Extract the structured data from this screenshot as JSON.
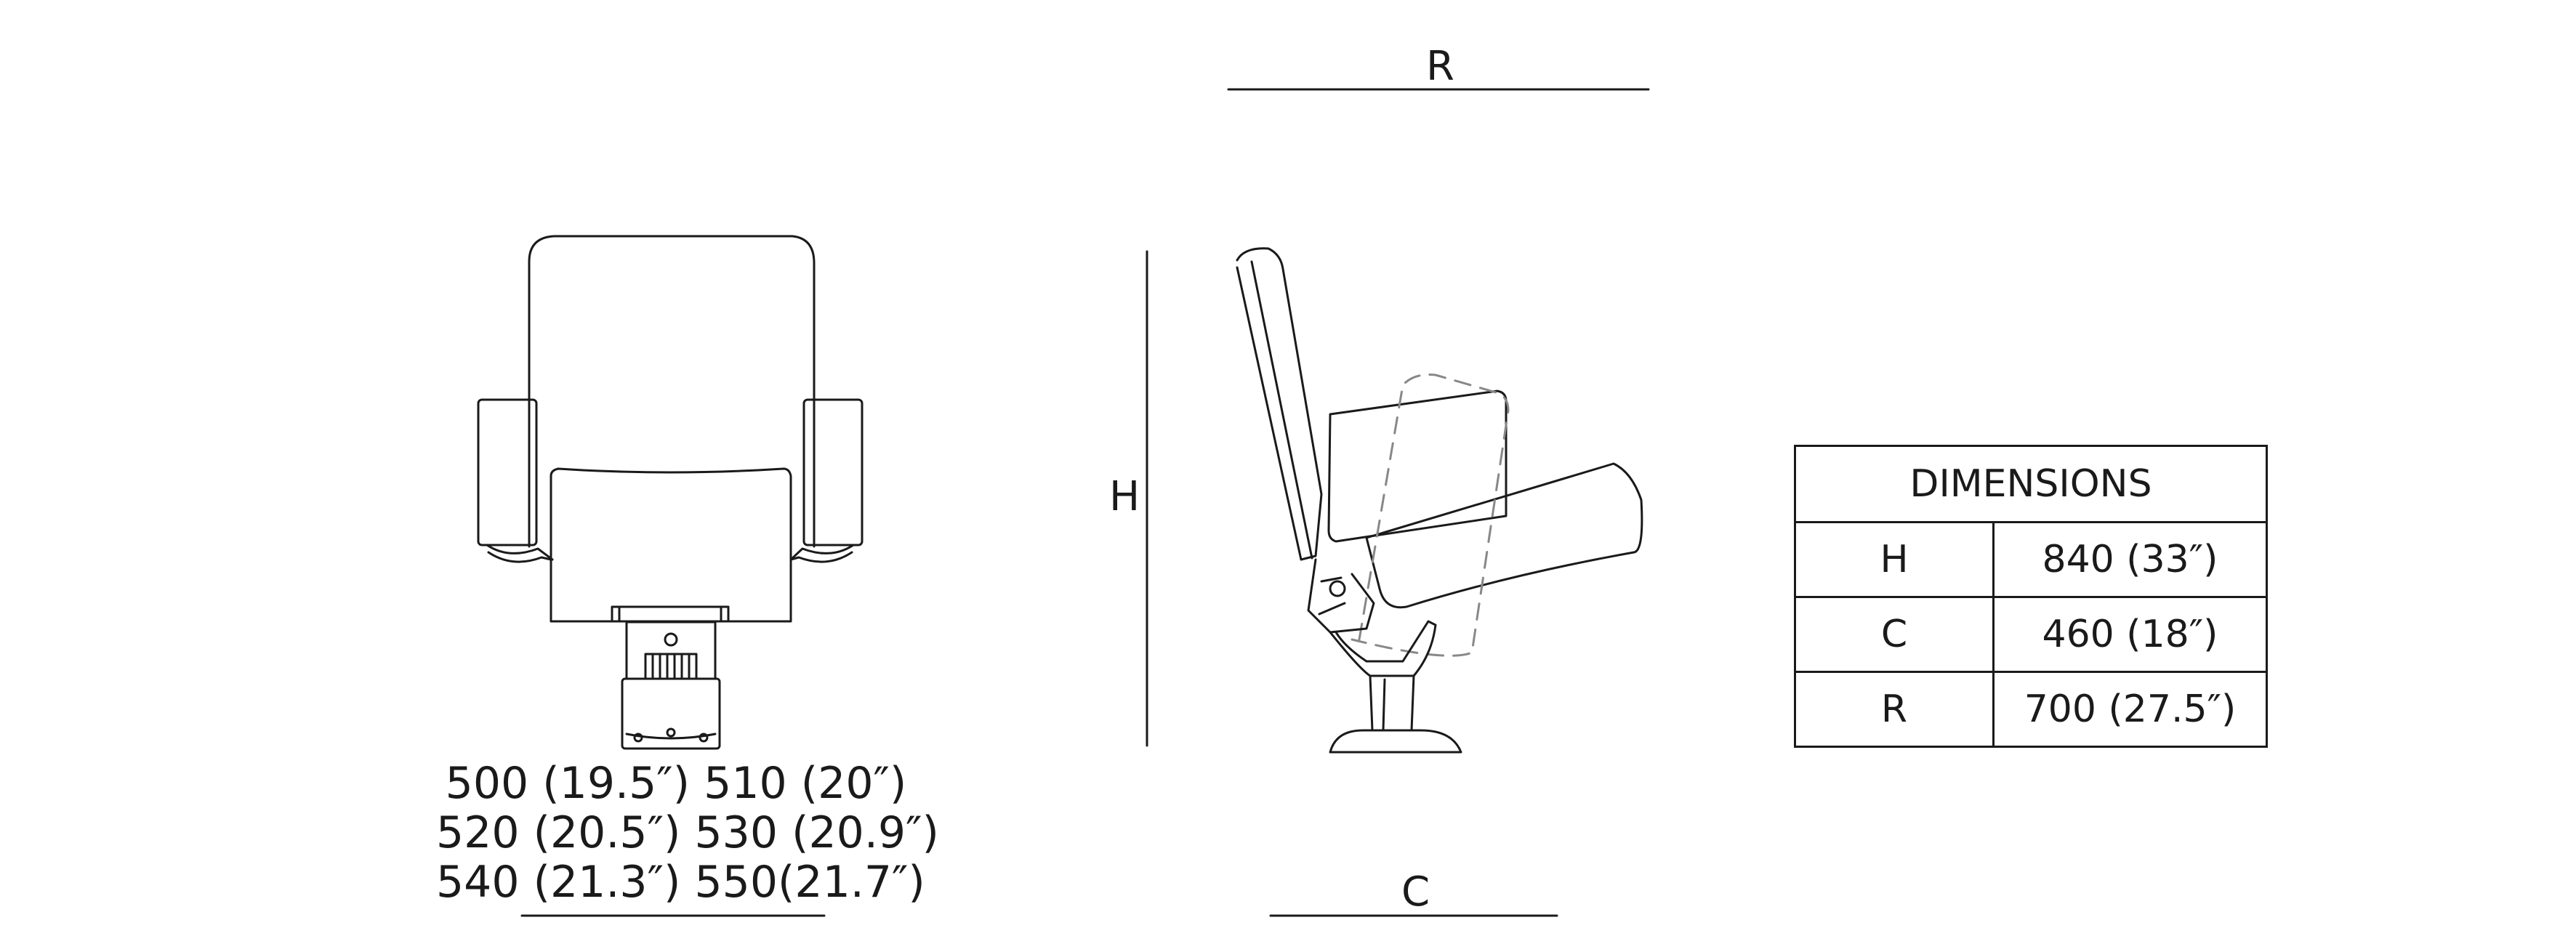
{
  "labels": {
    "R": "R",
    "H": "H",
    "C": "C"
  },
  "seat_widths": [
    "500 (19.5″) 510 (20″)",
    "520 (20.5″) 530 (20.9″)",
    "540 (21.3″) 550(21.7″)"
  ],
  "dimensions_table": {
    "title": "DIMENSIONS",
    "rows": [
      {
        "key": "H",
        "value": "840 (33″)"
      },
      {
        "key": "C",
        "value": "460 (18″)"
      },
      {
        "key": "R",
        "value": "700 (27.5″)"
      }
    ]
  },
  "colors": {
    "line": "#1a1a1a",
    "dashed": "#888888",
    "background": "#ffffff"
  }
}
